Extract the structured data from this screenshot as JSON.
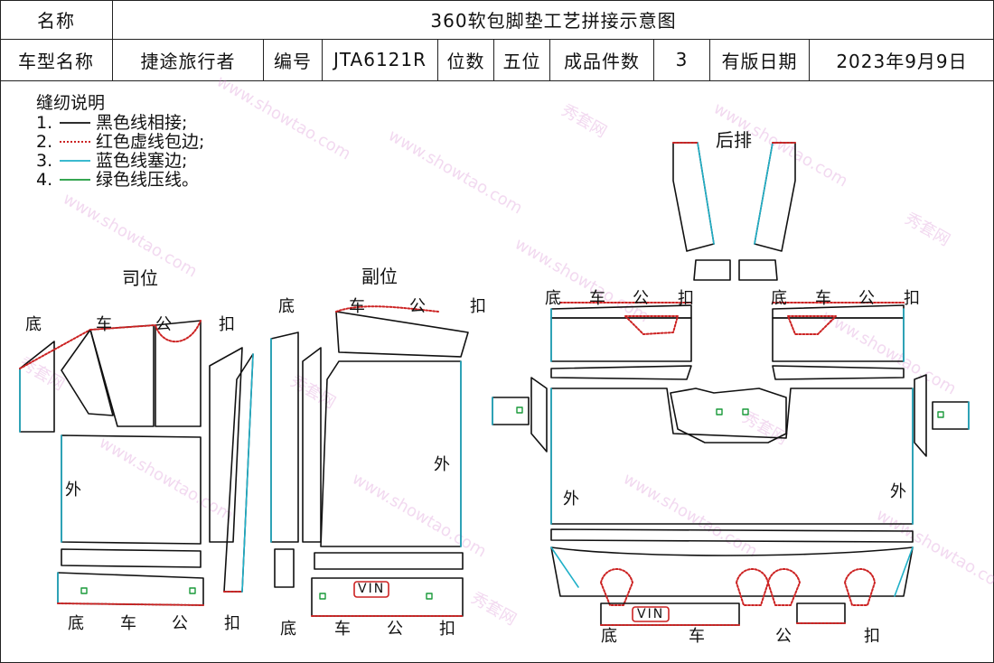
{
  "header": {
    "name_label": "名称",
    "title": "360软包脚垫工艺拼接示意图",
    "vehicle_label": "车型名称",
    "vehicle_value": "捷途旅行者",
    "code_label": "编号",
    "code_value": "JTA6121R",
    "seats_label": "位数",
    "seats_value": "五位",
    "pieces_label": "成品件数",
    "pieces_value": "3",
    "date_label": "有版日期",
    "date_value": "2023年9月9日"
  },
  "legend": {
    "title": "缝纫说明",
    "items": [
      {
        "num": "1.",
        "text": "黑色线相接;",
        "color": "#111111",
        "style": "solid"
      },
      {
        "num": "2.",
        "text": "红色虚线包边;",
        "color": "#cc2222",
        "style": "dotted"
      },
      {
        "num": "3.",
        "text": "蓝色线塞边;",
        "color": "#1fb0c8",
        "style": "solid"
      },
      {
        "num": "4.",
        "text": "绿色线压线。",
        "color": "#1a9a3a",
        "style": "solid"
      }
    ]
  },
  "sections": {
    "driver": "司位",
    "passenger": "副位",
    "rear": "后排"
  },
  "labels": {
    "di": "底",
    "che": "车",
    "gong": "公",
    "kou": "扣",
    "wai": "外",
    "vin": "VIN"
  },
  "watermark": {
    "cn": "秀套网",
    "url": "www.showtao.com"
  },
  "colors": {
    "black_line": "#111111",
    "red_dotted": "#cc2222",
    "blue_line": "#1fb0c8",
    "green_line": "#1a9a3a"
  }
}
